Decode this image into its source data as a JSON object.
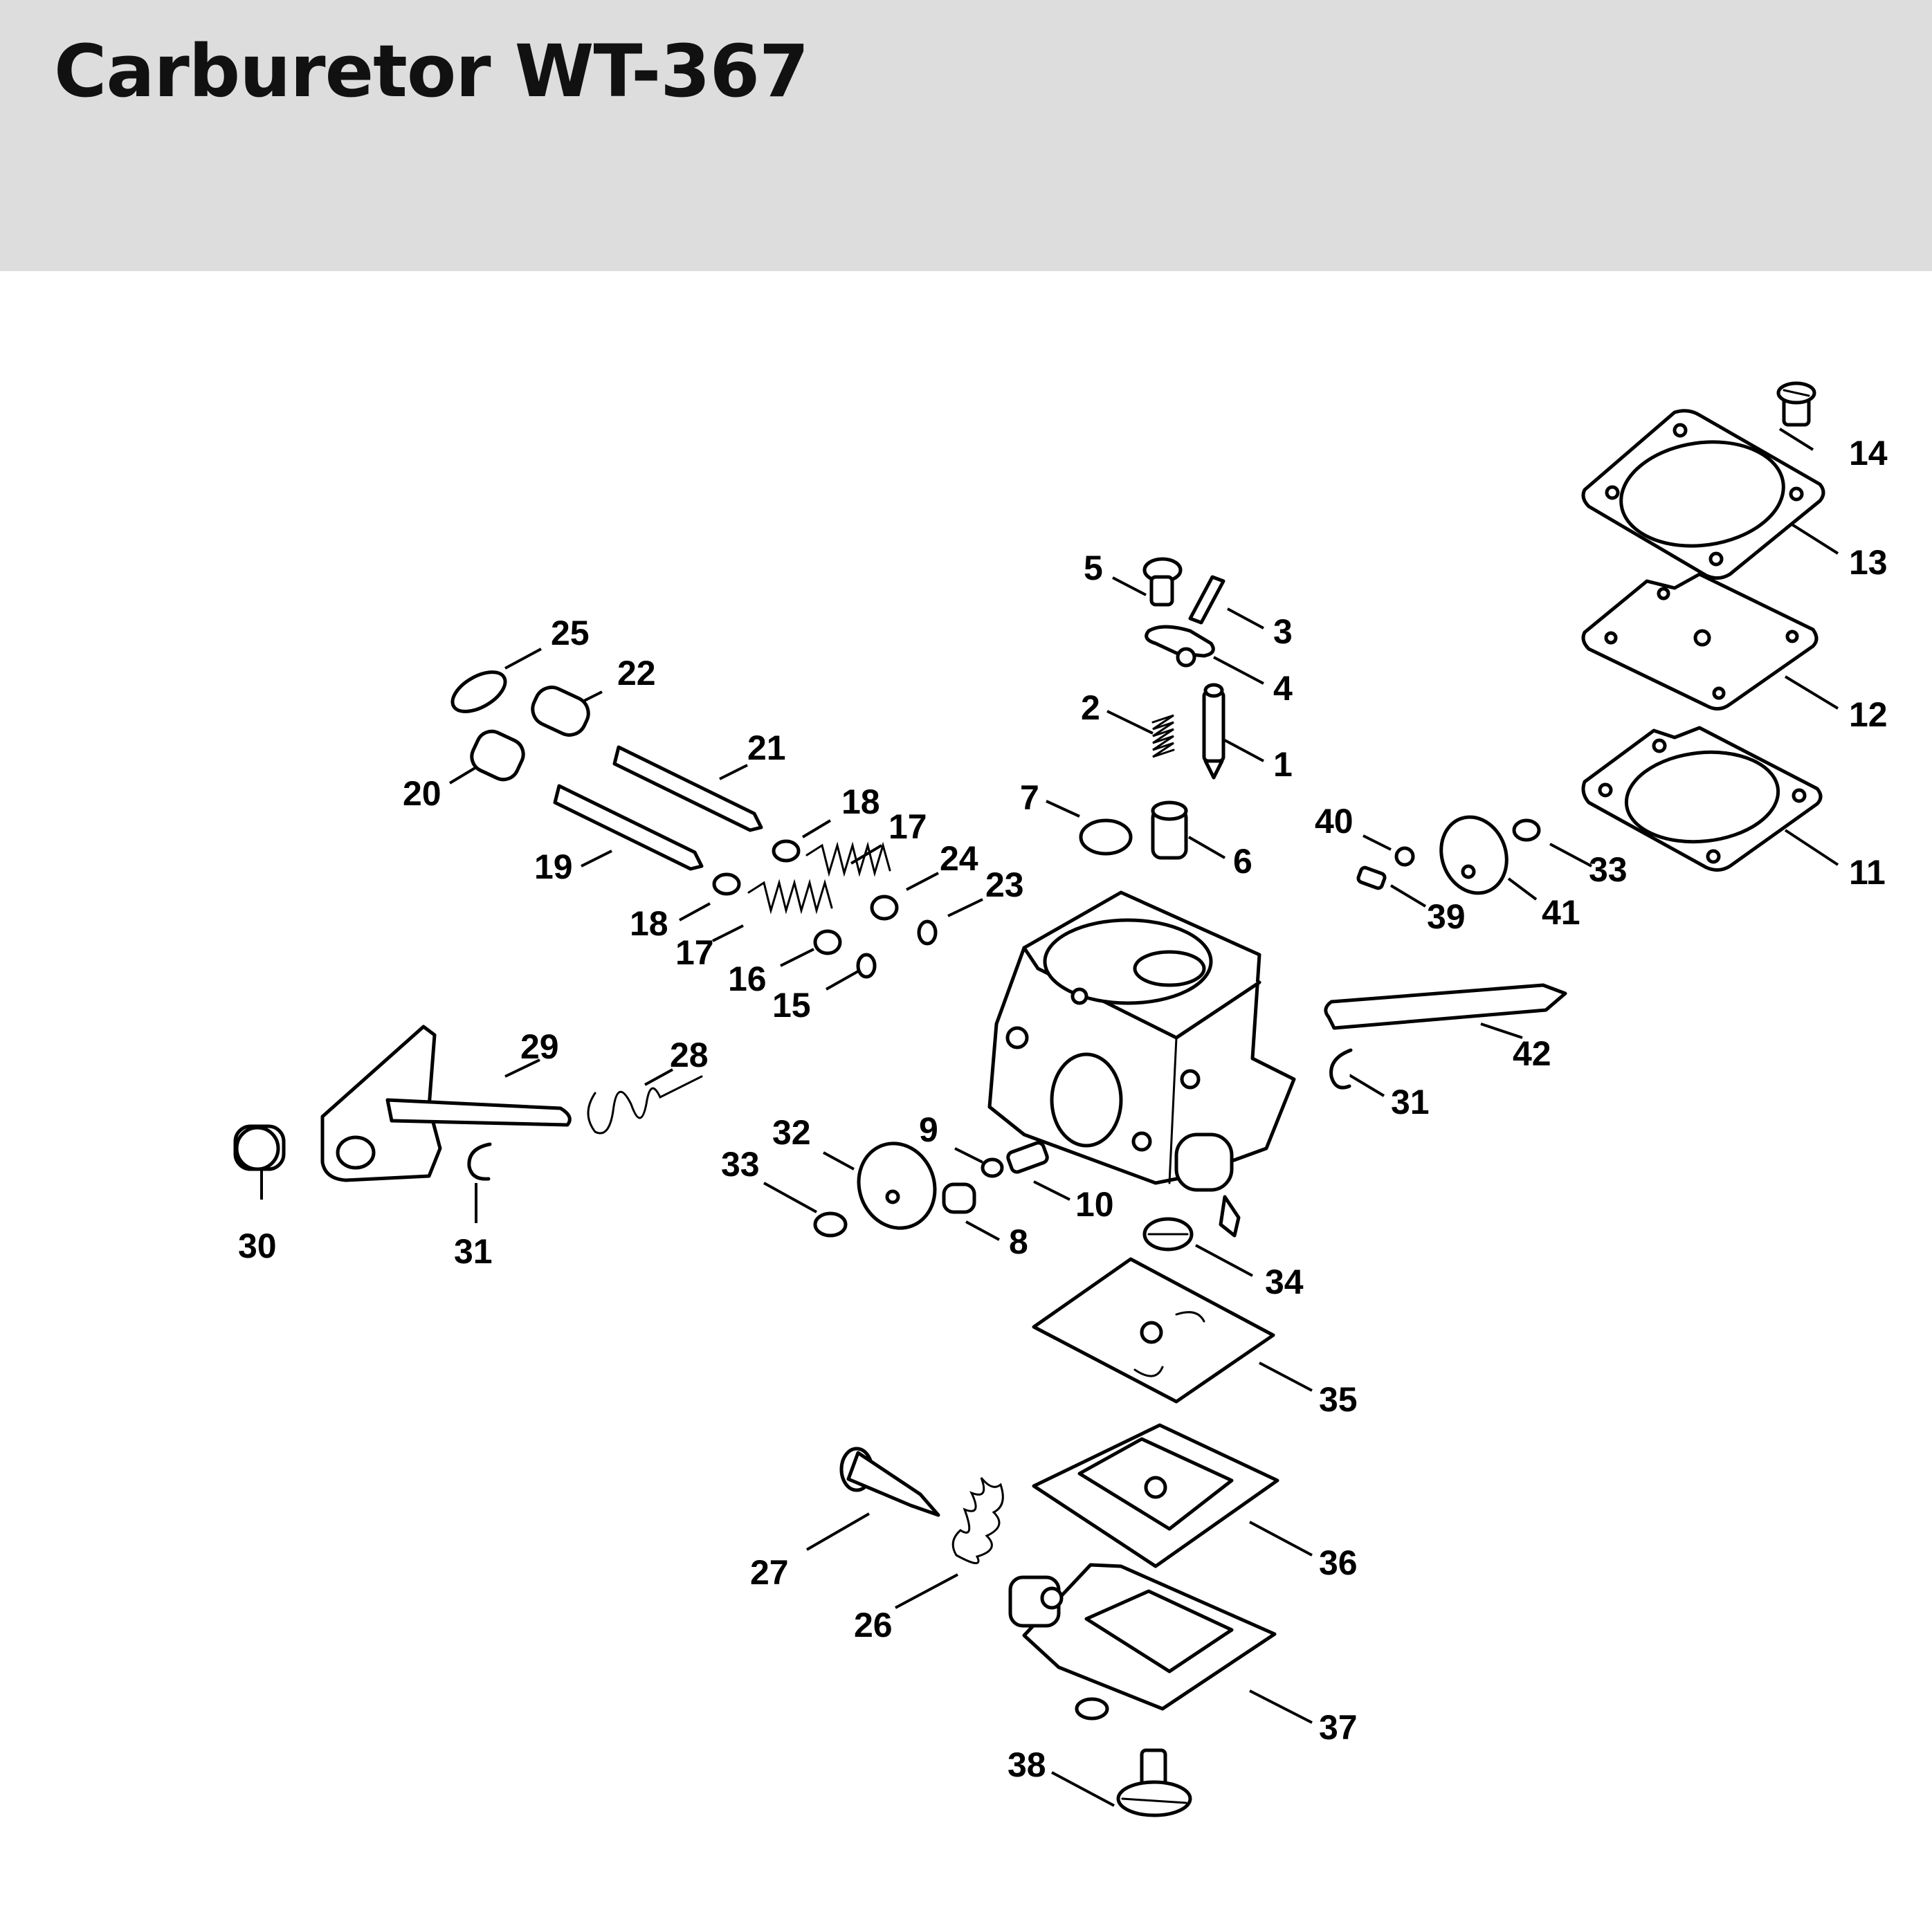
{
  "header": {
    "title": "Carburetor WT-367"
  },
  "callouts": [
    {
      "id": "c1",
      "text": "1"
    },
    {
      "id": "c2",
      "text": "2"
    },
    {
      "id": "c3",
      "text": "3"
    },
    {
      "id": "c4",
      "text": "4"
    },
    {
      "id": "c5",
      "text": "5"
    },
    {
      "id": "c6",
      "text": "6"
    },
    {
      "id": "c7",
      "text": "7"
    },
    {
      "id": "c8",
      "text": "8"
    },
    {
      "id": "c9",
      "text": "9"
    },
    {
      "id": "c10",
      "text": "10"
    },
    {
      "id": "c11",
      "text": "11"
    },
    {
      "id": "c12",
      "text": "12"
    },
    {
      "id": "c13",
      "text": "13"
    },
    {
      "id": "c14",
      "text": "14"
    },
    {
      "id": "c15",
      "text": "15"
    },
    {
      "id": "c16",
      "text": "16"
    },
    {
      "id": "c17a",
      "text": "17"
    },
    {
      "id": "c17b",
      "text": "17"
    },
    {
      "id": "c18a",
      "text": "18"
    },
    {
      "id": "c18b",
      "text": "18"
    },
    {
      "id": "c19",
      "text": "19"
    },
    {
      "id": "c20",
      "text": "20"
    },
    {
      "id": "c21",
      "text": "21"
    },
    {
      "id": "c22",
      "text": "22"
    },
    {
      "id": "c23",
      "text": "23"
    },
    {
      "id": "c24",
      "text": "24"
    },
    {
      "id": "c25",
      "text": "25"
    },
    {
      "id": "c26",
      "text": "26"
    },
    {
      "id": "c27",
      "text": "27"
    },
    {
      "id": "c28",
      "text": "28"
    },
    {
      "id": "c29",
      "text": "29"
    },
    {
      "id": "c30",
      "text": "30"
    },
    {
      "id": "c31a",
      "text": "31"
    },
    {
      "id": "c31b",
      "text": "31"
    },
    {
      "id": "c32",
      "text": "32"
    },
    {
      "id": "c33a",
      "text": "33"
    },
    {
      "id": "c33b",
      "text": "33"
    },
    {
      "id": "c34",
      "text": "34"
    },
    {
      "id": "c35",
      "text": "35"
    },
    {
      "id": "c36",
      "text": "36"
    },
    {
      "id": "c37",
      "text": "37"
    },
    {
      "id": "c38",
      "text": "38"
    },
    {
      "id": "c39",
      "text": "39"
    },
    {
      "id": "c40",
      "text": "40"
    },
    {
      "id": "c41",
      "text": "41"
    },
    {
      "id": "c42",
      "text": "42"
    }
  ]
}
